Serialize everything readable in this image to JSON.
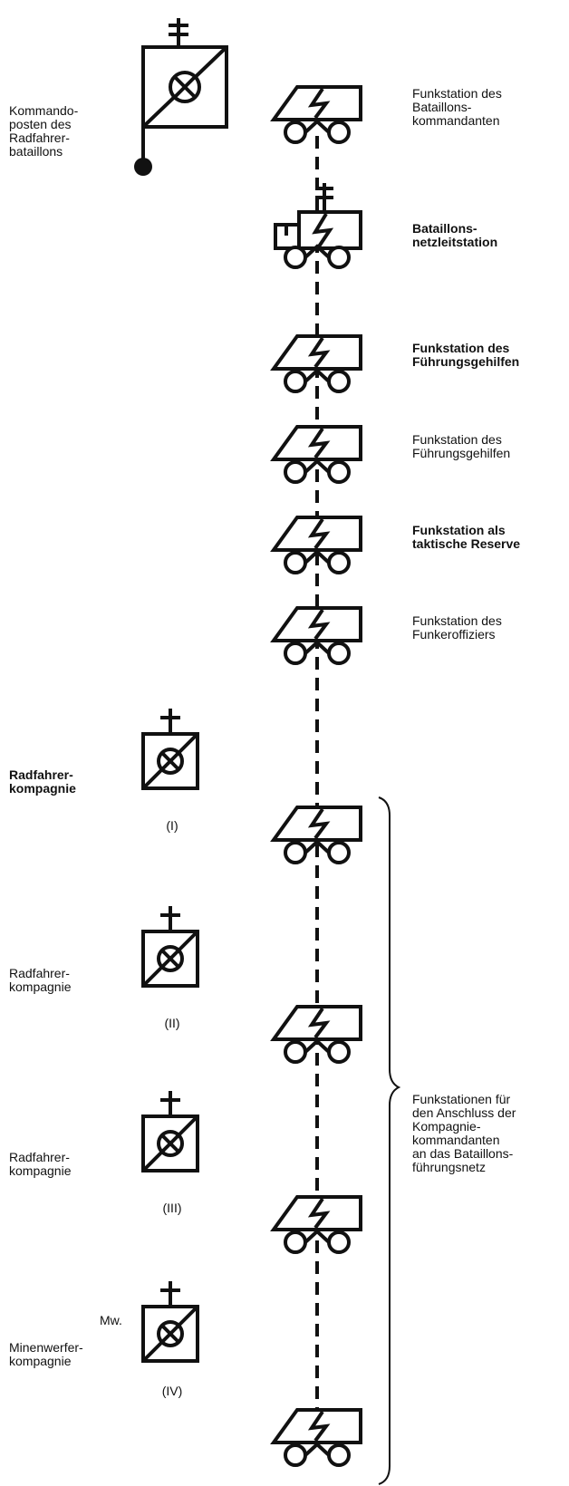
{
  "command_post": {
    "label": "Kommando-\nposten des\nRadfahrer-\nbataillons"
  },
  "stations": [
    {
      "label": "Funkstation des\nBataillons-\nkommandanten",
      "variant": "truck"
    },
    {
      "label": "Bataillons-\nnetzleitstation",
      "variant": "cab-truck-antenna"
    },
    {
      "label": "Funkstation des\nFührungsgehilfen",
      "variant": "truck"
    },
    {
      "label": "Funkstation des\nFührungsgehilfen",
      "variant": "truck"
    },
    {
      "label": "Funkstation als\ntaktische Reserve",
      "variant": "truck"
    },
    {
      "label": "Funkstation des\nFunkeroffiziers",
      "variant": "truck"
    },
    {
      "label": "",
      "variant": "truck"
    },
    {
      "label": "",
      "variant": "truck"
    },
    {
      "label": "",
      "variant": "truck"
    },
    {
      "label": "",
      "variant": "truck"
    }
  ],
  "companies": [
    {
      "label": "Radfahrer-\nkompagnie",
      "numeral": "(I)",
      "prefix": ""
    },
    {
      "label": "Radfahrer-\nkompagnie",
      "numeral": "(II)",
      "prefix": ""
    },
    {
      "label": "Radfahrer-\nkompagnie",
      "numeral": "(III)",
      "prefix": ""
    },
    {
      "label": "Minenwerfer-\nkompagnie",
      "numeral": "(IV)",
      "prefix": "Mw."
    }
  ],
  "bracket": {
    "label": "Funkstationen für\nden Anschluss der\nKompagnie-\nkommandanten\nan das Bataillons-\nführungsnetz"
  }
}
